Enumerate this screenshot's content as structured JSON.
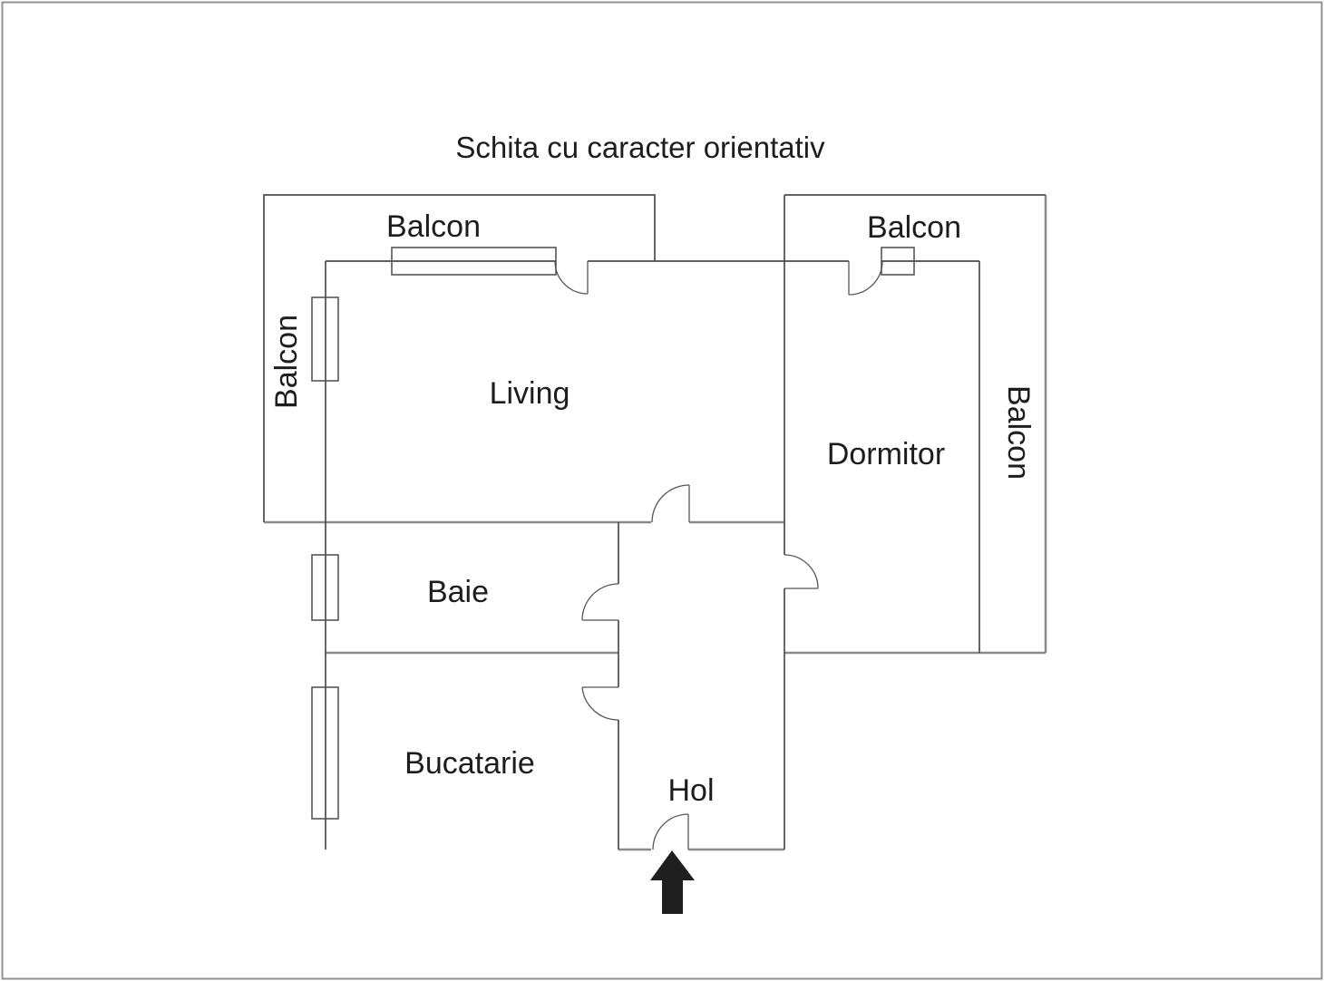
{
  "title": "Schita cu caracter orientativ",
  "rooms": {
    "living": {
      "label": "Living"
    },
    "dormitor": {
      "label": "Dormitor"
    },
    "baie": {
      "label": "Baie"
    },
    "bucatarie": {
      "label": "Bucatarie"
    },
    "hol": {
      "label": "Hol"
    }
  },
  "balconies": {
    "top_left": {
      "label": "Balcon"
    },
    "left": {
      "label": "Balcon"
    },
    "top_right": {
      "label": "Balcon"
    },
    "right": {
      "label": "Balcon"
    }
  },
  "colors": {
    "background": "#ffffff",
    "wall": "#4b4c4e",
    "wall_light": "#87898c",
    "text": "#1d1d1f",
    "arrow": "#1f1f1f",
    "page_border": "#8f9193"
  }
}
